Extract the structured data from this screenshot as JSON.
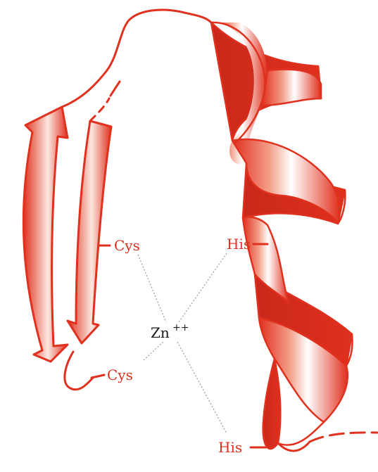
{
  "diagram": {
    "labels": {
      "cys_top": "Cys",
      "cys_bottom": "Cys",
      "his_top": "His",
      "his_bottom": "His",
      "zinc": "Zn",
      "zinc_charge": "++"
    },
    "colors": {
      "ribbon": "#e0301e",
      "ribbon_highlight": "#ffffff",
      "label": "#e0301e",
      "ion": "#1a1a1a",
      "coordination_line": "#9a9a9a"
    }
  }
}
